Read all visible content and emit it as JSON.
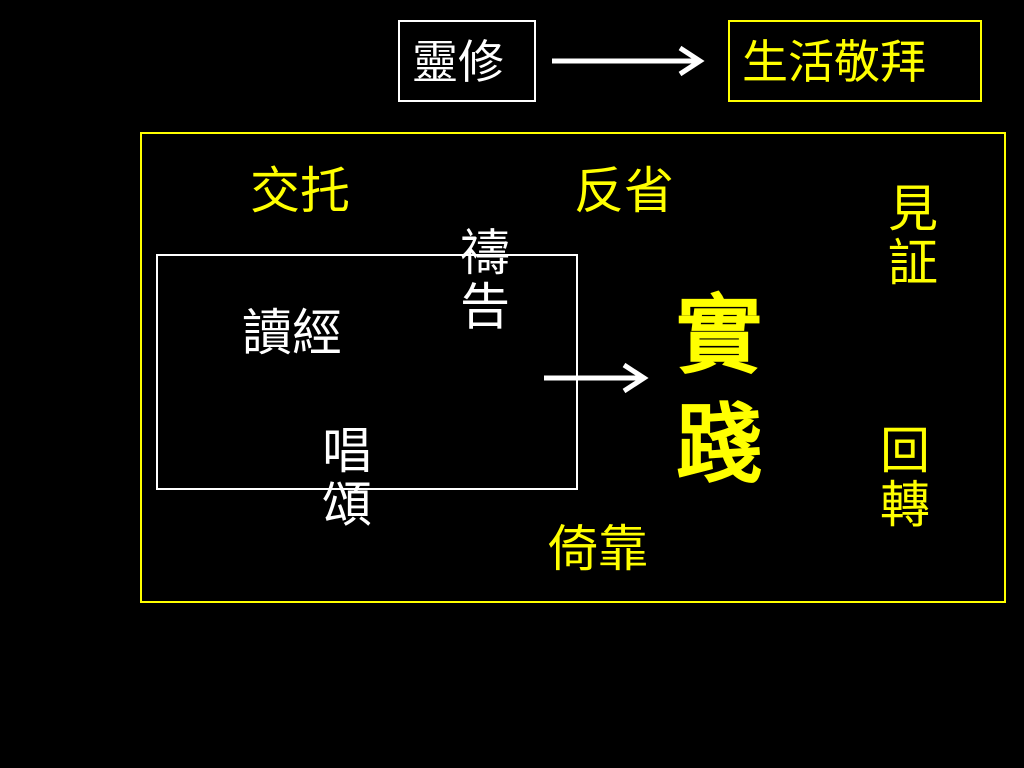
{
  "top_flow": {
    "source_label": "靈修",
    "target_label": "生活敬拜"
  },
  "diagram": {
    "entrust_label": "交托",
    "reflect_label": "反省",
    "witness_label": "見証",
    "pray_label": "禱告",
    "read_scripture_label": "讀經",
    "practice_label": "實踐",
    "sing_praise_label": "唱頌",
    "return_label": "回轉",
    "rely_label": "倚靠"
  },
  "colors": {
    "background": "#000000",
    "white": "#ffffff",
    "accent_yellow": "#ffff00"
  }
}
